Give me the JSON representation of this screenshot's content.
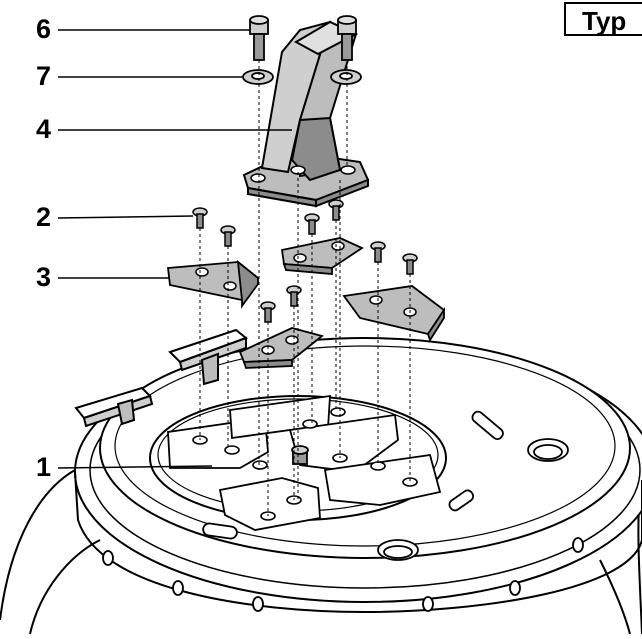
{
  "callouts": [
    {
      "id": "6",
      "label": "6"
    },
    {
      "id": "7",
      "label": "7"
    },
    {
      "id": "4",
      "label": "4"
    },
    {
      "id": "2",
      "label": "2"
    },
    {
      "id": "3",
      "label": "3"
    },
    {
      "id": "1",
      "label": "1"
    }
  ],
  "type_box": {
    "label": "Typ"
  },
  "colors": {
    "line": "#000000",
    "part_fill": "#bdbdbd",
    "part_dark": "#8c8c8c",
    "base_fill": "#ffffff"
  }
}
